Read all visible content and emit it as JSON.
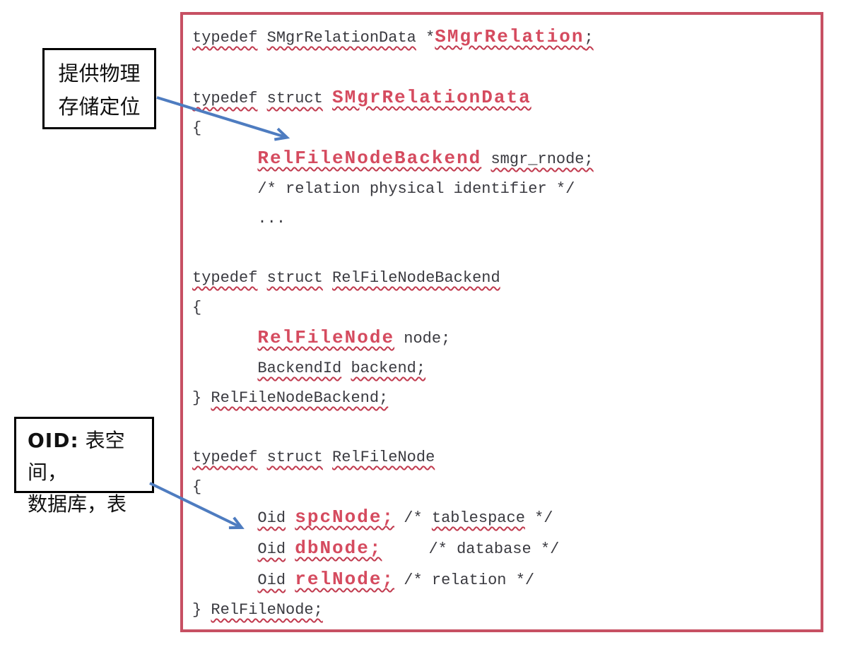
{
  "colors": {
    "boxBorder": "#C75063",
    "keyword": "#D54B5F",
    "squiggle": "#C13A4E",
    "arrow": "#4E7CC0",
    "codeText": "#3A3A40",
    "annBorder": "#000000",
    "pageBg": "#FFFFFF"
  },
  "annotations": {
    "physical_storage": {
      "line1": "提供物理",
      "line2": "存储定位"
    },
    "oid": {
      "prefix": "OID:",
      "line1_rest": " 表空间，",
      "line2": "数据库，表"
    }
  },
  "code": {
    "lines": [
      [
        {
          "t": "typedef",
          "s": "u"
        },
        {
          "t": " ",
          "s": "p"
        },
        {
          "t": "SMgrRelationData",
          "s": "u"
        },
        {
          "t": " *",
          "s": "p"
        },
        {
          "t": "SMgrRelation",
          "s": "b"
        },
        {
          "t": ";",
          "s": "u"
        }
      ],
      [],
      [
        {
          "t": "typedef",
          "s": "u"
        },
        {
          "t": " ",
          "s": "p"
        },
        {
          "t": "struct",
          "s": "u"
        },
        {
          "t": " ",
          "s": "p"
        },
        {
          "t": "SMgrRelationData",
          "s": "b"
        }
      ],
      [
        {
          "t": "{",
          "s": "p"
        }
      ],
      [
        {
          "t": "       ",
          "s": "p"
        },
        {
          "t": "RelFileNodeBackend",
          "s": "b"
        },
        {
          "t": " ",
          "s": "p"
        },
        {
          "t": "smgr_rnode;",
          "s": "u"
        }
      ],
      [
        {
          "t": "       /* relation physical identifier */",
          "s": "p"
        }
      ],
      [
        {
          "t": "       ...",
          "s": "p"
        }
      ],
      [],
      [
        {
          "t": "typedef",
          "s": "u"
        },
        {
          "t": " ",
          "s": "p"
        },
        {
          "t": "struct",
          "s": "u"
        },
        {
          "t": " ",
          "s": "p"
        },
        {
          "t": "RelFileNodeBackend",
          "s": "u"
        }
      ],
      [
        {
          "t": "{",
          "s": "p"
        }
      ],
      [
        {
          "t": "       ",
          "s": "p"
        },
        {
          "t": "RelFileNode",
          "s": "b"
        },
        {
          "t": " node;",
          "s": "p"
        }
      ],
      [
        {
          "t": "       ",
          "s": "p"
        },
        {
          "t": "BackendId",
          "s": "u"
        },
        {
          "t": " ",
          "s": "p"
        },
        {
          "t": "backend;",
          "s": "u"
        }
      ],
      [
        {
          "t": "} ",
          "s": "p"
        },
        {
          "t": "RelFileNodeBackend;",
          "s": "u"
        }
      ],
      [],
      [
        {
          "t": "typedef",
          "s": "u"
        },
        {
          "t": " ",
          "s": "p"
        },
        {
          "t": "struct",
          "s": "u"
        },
        {
          "t": " ",
          "s": "p"
        },
        {
          "t": "RelFileNode",
          "s": "u"
        }
      ],
      [
        {
          "t": "{",
          "s": "p"
        }
      ],
      [
        {
          "t": "       ",
          "s": "p"
        },
        {
          "t": "Oid",
          "s": "u"
        },
        {
          "t": " ",
          "s": "p"
        },
        {
          "t": "spcNode;",
          "s": "b"
        },
        {
          "t": " /* ",
          "s": "p"
        },
        {
          "t": "tablespace",
          "s": "u"
        },
        {
          "t": " */",
          "s": "p"
        }
      ],
      [
        {
          "t": "       ",
          "s": "p"
        },
        {
          "t": "Oid",
          "s": "u"
        },
        {
          "t": " ",
          "s": "p"
        },
        {
          "t": "dbNode;",
          "s": "b"
        },
        {
          "t": "     /* database */",
          "s": "p"
        }
      ],
      [
        {
          "t": "       ",
          "s": "p"
        },
        {
          "t": "Oid",
          "s": "u"
        },
        {
          "t": " ",
          "s": "p"
        },
        {
          "t": "relNode;",
          "s": "b"
        },
        {
          "t": " /* relation */",
          "s": "p"
        }
      ],
      [
        {
          "t": "} ",
          "s": "p"
        },
        {
          "t": "RelFileNode;",
          "s": "u"
        }
      ]
    ]
  }
}
